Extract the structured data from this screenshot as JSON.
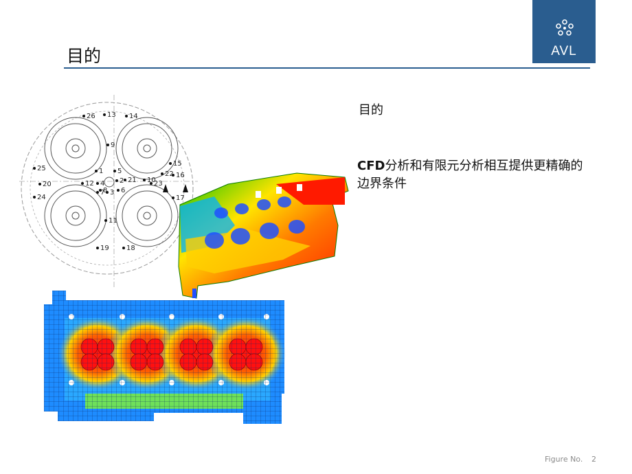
{
  "logo": {
    "text": "AVL"
  },
  "slide": {
    "title": "目的",
    "heading": "目的",
    "desc_bold": "CFD",
    "desc_rest": "分析和有限元分析相互提供更精确的边界条件"
  },
  "drawing": {
    "points": [
      "26",
      "13",
      "14",
      "9",
      "25",
      "1",
      "5",
      "15",
      "22",
      "16",
      "20",
      "12",
      "4",
      "8",
      "2",
      "21",
      "10",
      "23",
      "3",
      "7",
      "6",
      "17",
      "24",
      "11",
      "19",
      "18"
    ]
  },
  "footer": {
    "label": "Figure No.",
    "page": "2"
  }
}
